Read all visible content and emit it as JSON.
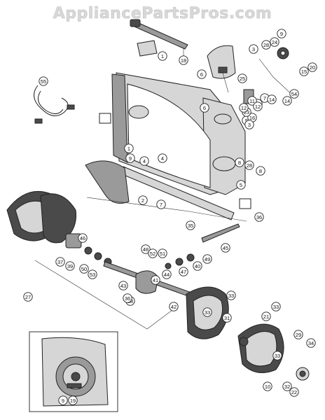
{
  "watermark": "AppliancePartsPros.com",
  "callouts": [
    "1",
    "2",
    "3",
    "4",
    "5",
    "6",
    "7",
    "8",
    "9",
    "10",
    "11",
    "12",
    "14",
    "15",
    "16",
    "18",
    "19",
    "20",
    "21",
    "22",
    "23",
    "24",
    "25",
    "27",
    "28",
    "29",
    "31",
    "32",
    "33",
    "34",
    "35",
    "36",
    "37",
    "38",
    "39",
    "40",
    "41",
    "42",
    "43",
    "44",
    "45",
    "46",
    "47",
    "48",
    "49",
    "50",
    "51",
    "52",
    "53",
    "54",
    "55"
  ]
}
